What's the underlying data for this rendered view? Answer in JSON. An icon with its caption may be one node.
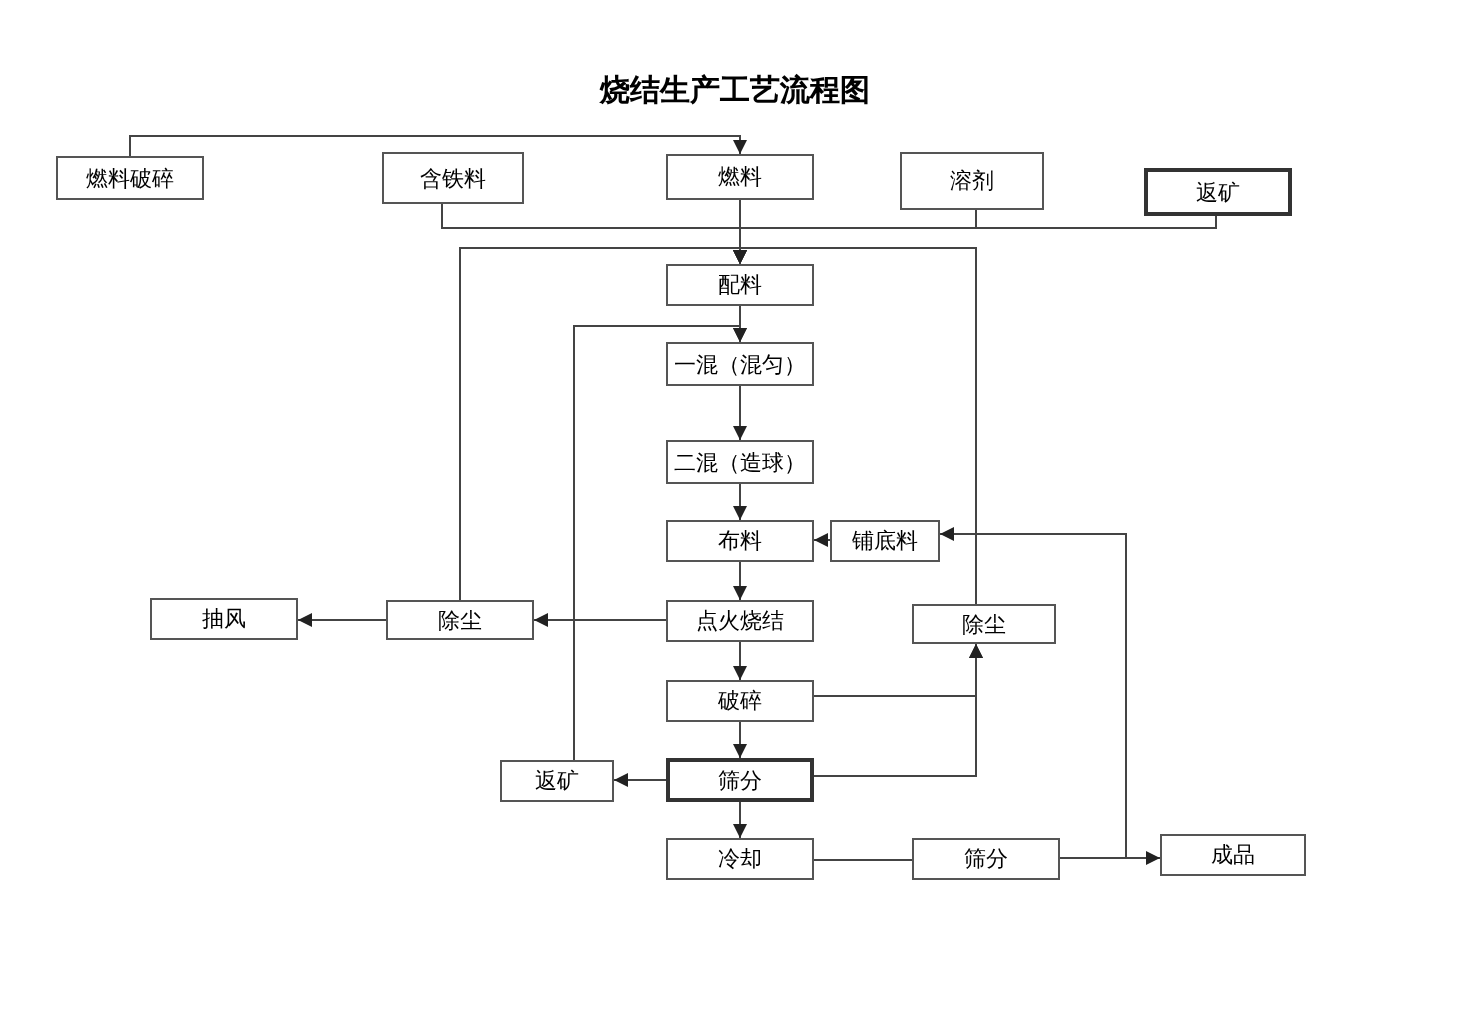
{
  "diagram": {
    "title": "烧结生产工艺流程图",
    "nodes": [
      {
        "text": [
          "燃料破碎"
        ]
      },
      {
        "text": [
          "含铁料"
        ]
      },
      {
        "text": [
          "燃料"
        ]
      },
      {
        "text": [
          "溶剂"
        ]
      },
      {
        "text": [
          "返矿"
        ]
      },
      {
        "text": [
          "配料"
        ]
      },
      {
        "text": [
          "一混（混匀）"
        ]
      },
      {
        "text": [
          "二混（造球）"
        ]
      },
      {
        "text": [
          "布料"
        ]
      },
      {
        "text": [
          "铺底料"
        ]
      },
      {
        "text": [
          "抽风"
        ]
      },
      {
        "text": [
          "除尘"
        ]
      },
      {
        "text": [
          "点火烧结"
        ]
      },
      {
        "text": [
          "除尘"
        ]
      },
      {
        "text": [
          "破碎"
        ]
      },
      {
        "text": [
          "返矿"
        ]
      },
      {
        "text": [
          "筛分"
        ]
      },
      {
        "text": [
          "冷却"
        ]
      },
      {
        "text": [
          "筛分"
        ]
      },
      {
        "text": [
          "成品"
        ]
      }
    ],
    "edges": [
      {
        "from": 0,
        "to": 2,
        "arrow": "to"
      },
      {
        "from": 1,
        "to": 5,
        "arrow": "to"
      },
      {
        "from": 2,
        "to": 5,
        "arrow": "to"
      },
      {
        "from": 3,
        "to": 5,
        "arrow": "to"
      },
      {
        "from": 4,
        "to": 5,
        "arrow": "to"
      },
      {
        "from": 5,
        "to": 6,
        "arrow": "to"
      },
      {
        "from": 6,
        "to": 7,
        "arrow": "to"
      },
      {
        "from": 7,
        "to": 8,
        "arrow": "to"
      },
      {
        "from": 9,
        "to": 8,
        "arrow": "to"
      },
      {
        "from": 8,
        "to": 12,
        "arrow": "to"
      },
      {
        "from": 12,
        "to": 11,
        "arrow": "to"
      },
      {
        "from": 11,
        "to": 10,
        "arrow": "to"
      },
      {
        "from": 11,
        "to": 13,
        "arrow": "none"
      },
      {
        "from": 12,
        "to": 14,
        "arrow": "to"
      },
      {
        "from": 14,
        "to": 13,
        "arrow": "to"
      },
      {
        "from": 16,
        "to": 13,
        "arrow": "to"
      },
      {
        "from": 14,
        "to": 16,
        "arrow": "to"
      },
      {
        "from": 16,
        "to": 15,
        "arrow": "to"
      },
      {
        "from": 16,
        "to": 17,
        "arrow": "to"
      },
      {
        "from": 17,
        "to": 18,
        "arrow": "none"
      },
      {
        "from": 18,
        "to": 19,
        "arrow": "to"
      },
      {
        "from": 18,
        "to": 9,
        "arrow": "to"
      },
      {
        "from": 15,
        "to": 6,
        "arrow": "to"
      }
    ]
  }
}
